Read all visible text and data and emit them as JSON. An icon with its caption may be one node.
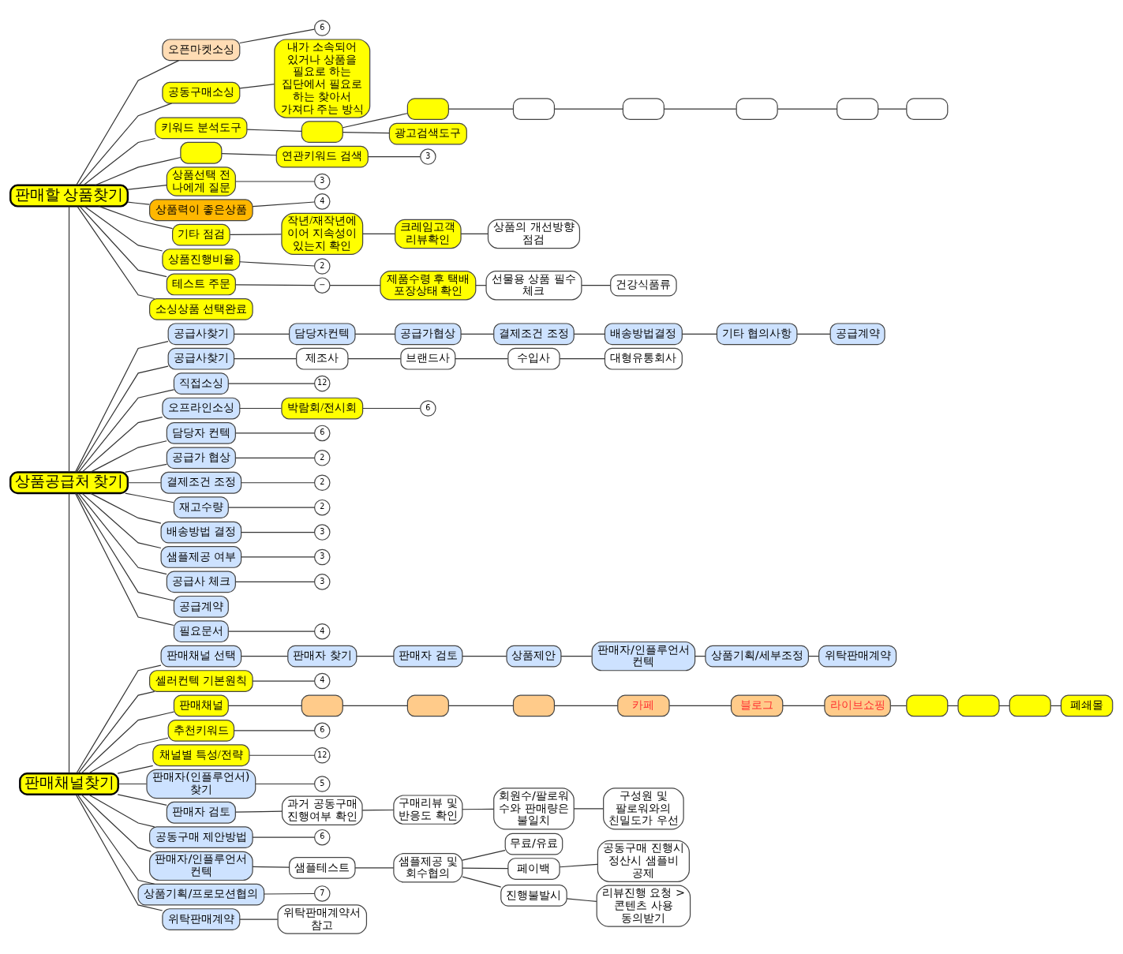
{
  "diagram": {
    "nodes": [
      {
        "text": [
          "판매할 상품찾기"
        ]
      },
      {
        "text": [
          "오픈마켓소싱"
        ]
      },
      {
        "text": [
          "6"
        ]
      },
      {
        "text": [
          "공동구매소싱"
        ]
      },
      {
        "text": [
          "내가 소속되어 있거나 상품을 필요로 하는 집단에서 필요로 하는 찾아서 가져다 주는 방식"
        ]
      },
      {
        "text": [
          "키워드 분석도구"
        ]
      },
      {
        "text": [],
        "shape": "box"
      },
      {
        "text": [],
        "shape": "box"
      },
      {
        "text": [],
        "shape": "box"
      },
      {
        "text": [],
        "shape": "box"
      },
      {
        "text": [],
        "shape": "box"
      },
      {
        "text": [],
        "shape": "box"
      },
      {
        "text": [],
        "shape": "box"
      },
      {
        "text": [
          "광고검색도구"
        ]
      },
      {
        "text": [],
        "shape": "box"
      },
      {
        "text": [
          "연관키워드 검색"
        ]
      },
      {
        "text": [
          "3"
        ]
      },
      {
        "text": [
          "상품선택 전 나에게 질문"
        ]
      },
      {
        "text": [
          "3"
        ]
      },
      {
        "text": [
          "상품력이 좋은상품"
        ]
      },
      {
        "text": [
          "4"
        ]
      },
      {
        "text": [
          "기타 점검"
        ]
      },
      {
        "text": [
          "작년/재작년에 이어 지속성이 있는지 확인"
        ]
      },
      {
        "text": [
          "크레임고객 리뷰확인"
        ]
      },
      {
        "text": [
          "상품의 개선방향 점검"
        ]
      },
      {
        "text": [
          "상품진행비율"
        ]
      },
      {
        "text": [
          "2"
        ]
      },
      {
        "text": [
          "테스트 주문"
        ]
      },
      {
        "text": [
          "−"
        ]
      },
      {
        "text": [
          "제품수령 후 택배 포장상태 확인"
        ]
      },
      {
        "text": [
          "선물용 상품 필수 체크"
        ]
      },
      {
        "text": [
          "건강식품류"
        ]
      },
      {
        "text": [
          "소싱상품 선택완료"
        ]
      },
      {
        "text": [
          "상품공급처 찾기"
        ]
      },
      {
        "text": [
          "공급사찾기"
        ]
      },
      {
        "text": [
          "담당자컨텍"
        ]
      },
      {
        "text": [
          "공급가협상"
        ]
      },
      {
        "text": [
          "결제조건 조정"
        ]
      },
      {
        "text": [
          "배송방법결정"
        ]
      },
      {
        "text": [
          "기타 협의사항"
        ]
      },
      {
        "text": [
          "공급계약"
        ]
      },
      {
        "text": [
          "공급사찾기"
        ]
      },
      {
        "text": [
          "제조사"
        ]
      },
      {
        "text": [
          "브랜드사"
        ]
      },
      {
        "text": [
          "수입사"
        ]
      },
      {
        "text": [
          "대형유통회사"
        ]
      },
      {
        "text": [
          "직접소싱"
        ]
      },
      {
        "text": [
          "12"
        ]
      },
      {
        "text": [
          "오프라인소싱"
        ]
      },
      {
        "text": [
          "박람회/전시회"
        ]
      },
      {
        "text": [
          "6"
        ]
      },
      {
        "text": [
          "담당자 컨텍"
        ]
      },
      {
        "text": [
          "6"
        ]
      },
      {
        "text": [
          "공급가 협상"
        ]
      },
      {
        "text": [
          "2"
        ]
      },
      {
        "text": [
          "결제조건 조정"
        ]
      },
      {
        "text": [
          "2"
        ]
      },
      {
        "text": [
          "재고수량"
        ]
      },
      {
        "text": [
          "2"
        ]
      },
      {
        "text": [
          "배송방법 결정"
        ]
      },
      {
        "text": [
          "3"
        ]
      },
      {
        "text": [
          "샘플제공 여부"
        ]
      },
      {
        "text": [
          "3"
        ]
      },
      {
        "text": [
          "공급사 체크"
        ]
      },
      {
        "text": [
          "3"
        ]
      },
      {
        "text": [
          "공급계약"
        ]
      },
      {
        "text": [
          "필요문서"
        ]
      },
      {
        "text": [
          "4"
        ]
      },
      {
        "text": [
          "판매채널찾기"
        ]
      },
      {
        "text": [
          "판매채널 선택"
        ]
      },
      {
        "text": [
          "판매자 찾기"
        ]
      },
      {
        "text": [
          "판매자 검토"
        ]
      },
      {
        "text": [
          "상품제안"
        ]
      },
      {
        "text": [
          "판매자/인플루언서 컨텍"
        ]
      },
      {
        "text": [
          "상품기획/세부조정"
        ]
      },
      {
        "text": [
          "위탁판매계약"
        ]
      },
      {
        "text": [
          "셀러컨텍 기본원칙"
        ]
      },
      {
        "text": [
          "4"
        ]
      },
      {
        "text": [
          "판매채널"
        ]
      },
      {
        "text": [],
        "shape": "box"
      },
      {
        "text": [],
        "shape": "box"
      },
      {
        "text": [],
        "shape": "box"
      },
      {
        "text": [
          "카페"
        ]
      },
      {
        "text": [
          "블로그"
        ]
      },
      {
        "text": [
          "라이브쇼핑"
        ]
      },
      {
        "text": [],
        "shape": "box"
      },
      {
        "text": [],
        "shape": "box"
      },
      {
        "text": [],
        "shape": "box"
      },
      {
        "text": [
          "폐쇄몰"
        ]
      },
      {
        "text": [
          "추천키워드"
        ]
      },
      {
        "text": [
          "6"
        ]
      },
      {
        "text": [
          "채널별 특성/전략"
        ]
      },
      {
        "text": [
          "12"
        ]
      },
      {
        "text": [
          "판매자(인플루언서) 찾기"
        ]
      },
      {
        "text": [
          "5"
        ]
      },
      {
        "text": [
          "판매자 검토"
        ]
      },
      {
        "text": [
          "과거 공동구매 진행여부 확인"
        ]
      },
      {
        "text": [
          "구매리뷰 및 반응도 확인"
        ]
      },
      {
        "text": [
          "회원수/팔로워 수와 판매량은 불일치"
        ]
      },
      {
        "text": [
          "구성원 및 팔로워와의 친밀도가 우선"
        ]
      },
      {
        "text": [
          "공동구매 제안방법"
        ]
      },
      {
        "text": [
          "6"
        ]
      },
      {
        "text": [
          "판매자/인플루언서 컨텍"
        ]
      },
      {
        "text": [
          "샘플테스트"
        ]
      },
      {
        "text": [
          "샘플제공 및 회수협의"
        ]
      },
      {
        "text": [
          "무료/유료"
        ]
      },
      {
        "text": [
          "페이백"
        ]
      },
      {
        "text": [
          "공동구매 진행시 정산시 샘플비 공제"
        ]
      },
      {
        "text": [
          "진행불발시"
        ]
      },
      {
        "text": [
          "리뷰진행 요청 > 콘텐츠 사용 동의받기"
        ]
      },
      {
        "text": [
          "상품기획/프로모션협의"
        ]
      },
      {
        "text": [
          "7"
        ]
      },
      {
        "text": [
          "위탁판매계약"
        ]
      },
      {
        "text": [
          "위탁판매계약서 참고"
        ]
      }
    ],
    "edges": [
      {
        "from": 0,
        "to": 33,
        "arrow": "none"
      },
      {
        "from": 33,
        "to": 68,
        "arrow": "none"
      },
      {
        "from": 0,
        "to": 1,
        "arrow": "none"
      },
      {
        "from": 1,
        "to": 2,
        "arrow": "none"
      },
      {
        "from": 0,
        "to": 3,
        "arrow": "none"
      },
      {
        "from": 3,
        "to": 4,
        "arrow": "none"
      },
      {
        "from": 0,
        "to": 5,
        "arrow": "none"
      },
      {
        "from": 5,
        "to": 6,
        "arrow": "none"
      },
      {
        "from": 6,
        "to": 7,
        "arrow": "none"
      },
      {
        "from": 7,
        "to": 8,
        "arrow": "none"
      },
      {
        "from": 8,
        "to": 9,
        "arrow": "none"
      },
      {
        "from": 9,
        "to": 10,
        "arrow": "none"
      },
      {
        "from": 10,
        "to": 11,
        "arrow": "none"
      },
      {
        "from": 11,
        "to": 12,
        "arrow": "none"
      },
      {
        "from": 6,
        "to": 13,
        "arrow": "none"
      },
      {
        "from": 0,
        "to": 14,
        "arrow": "none"
      },
      {
        "from": 14,
        "to": 15,
        "arrow": "none"
      },
      {
        "from": 15,
        "to": 16,
        "arrow": "none"
      },
      {
        "from": 0,
        "to": 17,
        "arrow": "none"
      },
      {
        "from": 17,
        "to": 18,
        "arrow": "none"
      },
      {
        "from": 0,
        "to": 19,
        "arrow": "none"
      },
      {
        "from": 19,
        "to": 20,
        "arrow": "none"
      },
      {
        "from": 0,
        "to": 21,
        "arrow": "none"
      },
      {
        "from": 21,
        "to": 22,
        "arrow": "none"
      },
      {
        "from": 22,
        "to": 23,
        "arrow": "none"
      },
      {
        "from": 23,
        "to": 24,
        "arrow": "none"
      },
      {
        "from": 0,
        "to": 25,
        "arrow": "none"
      },
      {
        "from": 25,
        "to": 26,
        "arrow": "none"
      },
      {
        "from": 0,
        "to": 27,
        "arrow": "none"
      },
      {
        "from": 27,
        "to": 28,
        "arrow": "none"
      },
      {
        "from": 28,
        "to": 29,
        "arrow": "none"
      },
      {
        "from": 29,
        "to": 30,
        "arrow": "none"
      },
      {
        "from": 30,
        "to": 31,
        "arrow": "none"
      },
      {
        "from": 0,
        "to": 32,
        "arrow": "none"
      },
      {
        "from": 33,
        "to": 34,
        "arrow": "none"
      },
      {
        "from": 34,
        "to": 35,
        "arrow": "none"
      },
      {
        "from": 35,
        "to": 36,
        "arrow": "none"
      },
      {
        "from": 36,
        "to": 37,
        "arrow": "none"
      },
      {
        "from": 37,
        "to": 38,
        "arrow": "none"
      },
      {
        "from": 38,
        "to": 39,
        "arrow": "none"
      },
      {
        "from": 39,
        "to": 40,
        "arrow": "none"
      },
      {
        "from": 33,
        "to": 41,
        "arrow": "none"
      },
      {
        "from": 41,
        "to": 42,
        "arrow": "none"
      },
      {
        "from": 42,
        "to": 43,
        "arrow": "none"
      },
      {
        "from": 43,
        "to": 44,
        "arrow": "none"
      },
      {
        "from": 44,
        "to": 45,
        "arrow": "none"
      },
      {
        "from": 33,
        "to": 46,
        "arrow": "none"
      },
      {
        "from": 46,
        "to": 47,
        "arrow": "none"
      },
      {
        "from": 33,
        "to": 48,
        "arrow": "none"
      },
      {
        "from": 48,
        "to": 49,
        "arrow": "none"
      },
      {
        "from": 49,
        "to": 50,
        "arrow": "none"
      },
      {
        "from": 33,
        "to": 51,
        "arrow": "none"
      },
      {
        "from": 51,
        "to": 52,
        "arrow": "none"
      },
      {
        "from": 33,
        "to": 53,
        "arrow": "none"
      },
      {
        "from": 53,
        "to": 54,
        "arrow": "none"
      },
      {
        "from": 33,
        "to": 55,
        "arrow": "none"
      },
      {
        "from": 55,
        "to": 56,
        "arrow": "none"
      },
      {
        "from": 33,
        "to": 57,
        "arrow": "none"
      },
      {
        "from": 57,
        "to": 58,
        "arrow": "none"
      },
      {
        "from": 33,
        "to": 59,
        "arrow": "none"
      },
      {
        "from": 59,
        "to": 60,
        "arrow": "none"
      },
      {
        "from": 33,
        "to": 61,
        "arrow": "none"
      },
      {
        "from": 61,
        "to": 62,
        "arrow": "none"
      },
      {
        "from": 33,
        "to": 63,
        "arrow": "none"
      },
      {
        "from": 63,
        "to": 64,
        "arrow": "none"
      },
      {
        "from": 33,
        "to": 65,
        "arrow": "none"
      },
      {
        "from": 33,
        "to": 66,
        "arrow": "none"
      },
      {
        "from": 66,
        "to": 67,
        "arrow": "none"
      },
      {
        "from": 68,
        "to": 69,
        "arrow": "none"
      },
      {
        "from": 69,
        "to": 70,
        "arrow": "none"
      },
      {
        "from": 70,
        "to": 71,
        "arrow": "none"
      },
      {
        "from": 71,
        "to": 72,
        "arrow": "none"
      },
      {
        "from": 72,
        "to": 73,
        "arrow": "none"
      },
      {
        "from": 73,
        "to": 74,
        "arrow": "none"
      },
      {
        "from": 74,
        "to": 75,
        "arrow": "none"
      },
      {
        "from": 68,
        "to": 76,
        "arrow": "none"
      },
      {
        "from": 76,
        "to": 77,
        "arrow": "none"
      },
      {
        "from": 68,
        "to": 78,
        "arrow": "none"
      },
      {
        "from": 78,
        "to": 79,
        "arrow": "none"
      },
      {
        "from": 79,
        "to": 80,
        "arrow": "none"
      },
      {
        "from": 80,
        "to": 81,
        "arrow": "none"
      },
      {
        "from": 81,
        "to": 82,
        "arrow": "none"
      },
      {
        "from": 82,
        "to": 83,
        "arrow": "none"
      },
      {
        "from": 83,
        "to": 84,
        "arrow": "none"
      },
      {
        "from": 84,
        "to": 85,
        "arrow": "none"
      },
      {
        "from": 85,
        "to": 86,
        "arrow": "none"
      },
      {
        "from": 86,
        "to": 87,
        "arrow": "none"
      },
      {
        "from": 87,
        "to": 88,
        "arrow": "none"
      },
      {
        "from": 68,
        "to": 89,
        "arrow": "none"
      },
      {
        "from": 89,
        "to": 90,
        "arrow": "none"
      },
      {
        "from": 68,
        "to": 91,
        "arrow": "none"
      },
      {
        "from": 91,
        "to": 92,
        "arrow": "none"
      },
      {
        "from": 68,
        "to": 93,
        "arrow": "none"
      },
      {
        "from": 93,
        "to": 94,
        "arrow": "none"
      },
      {
        "from": 68,
        "to": 95,
        "arrow": "none"
      },
      {
        "from": 95,
        "to": 96,
        "arrow": "none"
      },
      {
        "from": 96,
        "to": 97,
        "arrow": "none"
      },
      {
        "from": 97,
        "to": 98,
        "arrow": "none"
      },
      {
        "from": 98,
        "to": 99,
        "arrow": "none"
      },
      {
        "from": 68,
        "to": 100,
        "arrow": "none"
      },
      {
        "from": 100,
        "to": 101,
        "arrow": "none"
      },
      {
        "from": 68,
        "to": 102,
        "arrow": "none"
      },
      {
        "from": 102,
        "to": 103,
        "arrow": "none"
      },
      {
        "from": 103,
        "to": 104,
        "arrow": "none"
      },
      {
        "from": 104,
        "to": 105,
        "arrow": "none"
      },
      {
        "from": 104,
        "to": 106,
        "arrow": "none"
      },
      {
        "from": 106,
        "to": 107,
        "arrow": "none"
      },
      {
        "from": 104,
        "to": 108,
        "arrow": "none"
      },
      {
        "from": 108,
        "to": 109,
        "arrow": "none"
      },
      {
        "from": 68,
        "to": 110,
        "arrow": "none"
      },
      {
        "from": 110,
        "to": 111,
        "arrow": "none"
      },
      {
        "from": 68,
        "to": 112,
        "arrow": "none"
      },
      {
        "from": 112,
        "to": 113,
        "arrow": "none"
      }
    ]
  }
}
